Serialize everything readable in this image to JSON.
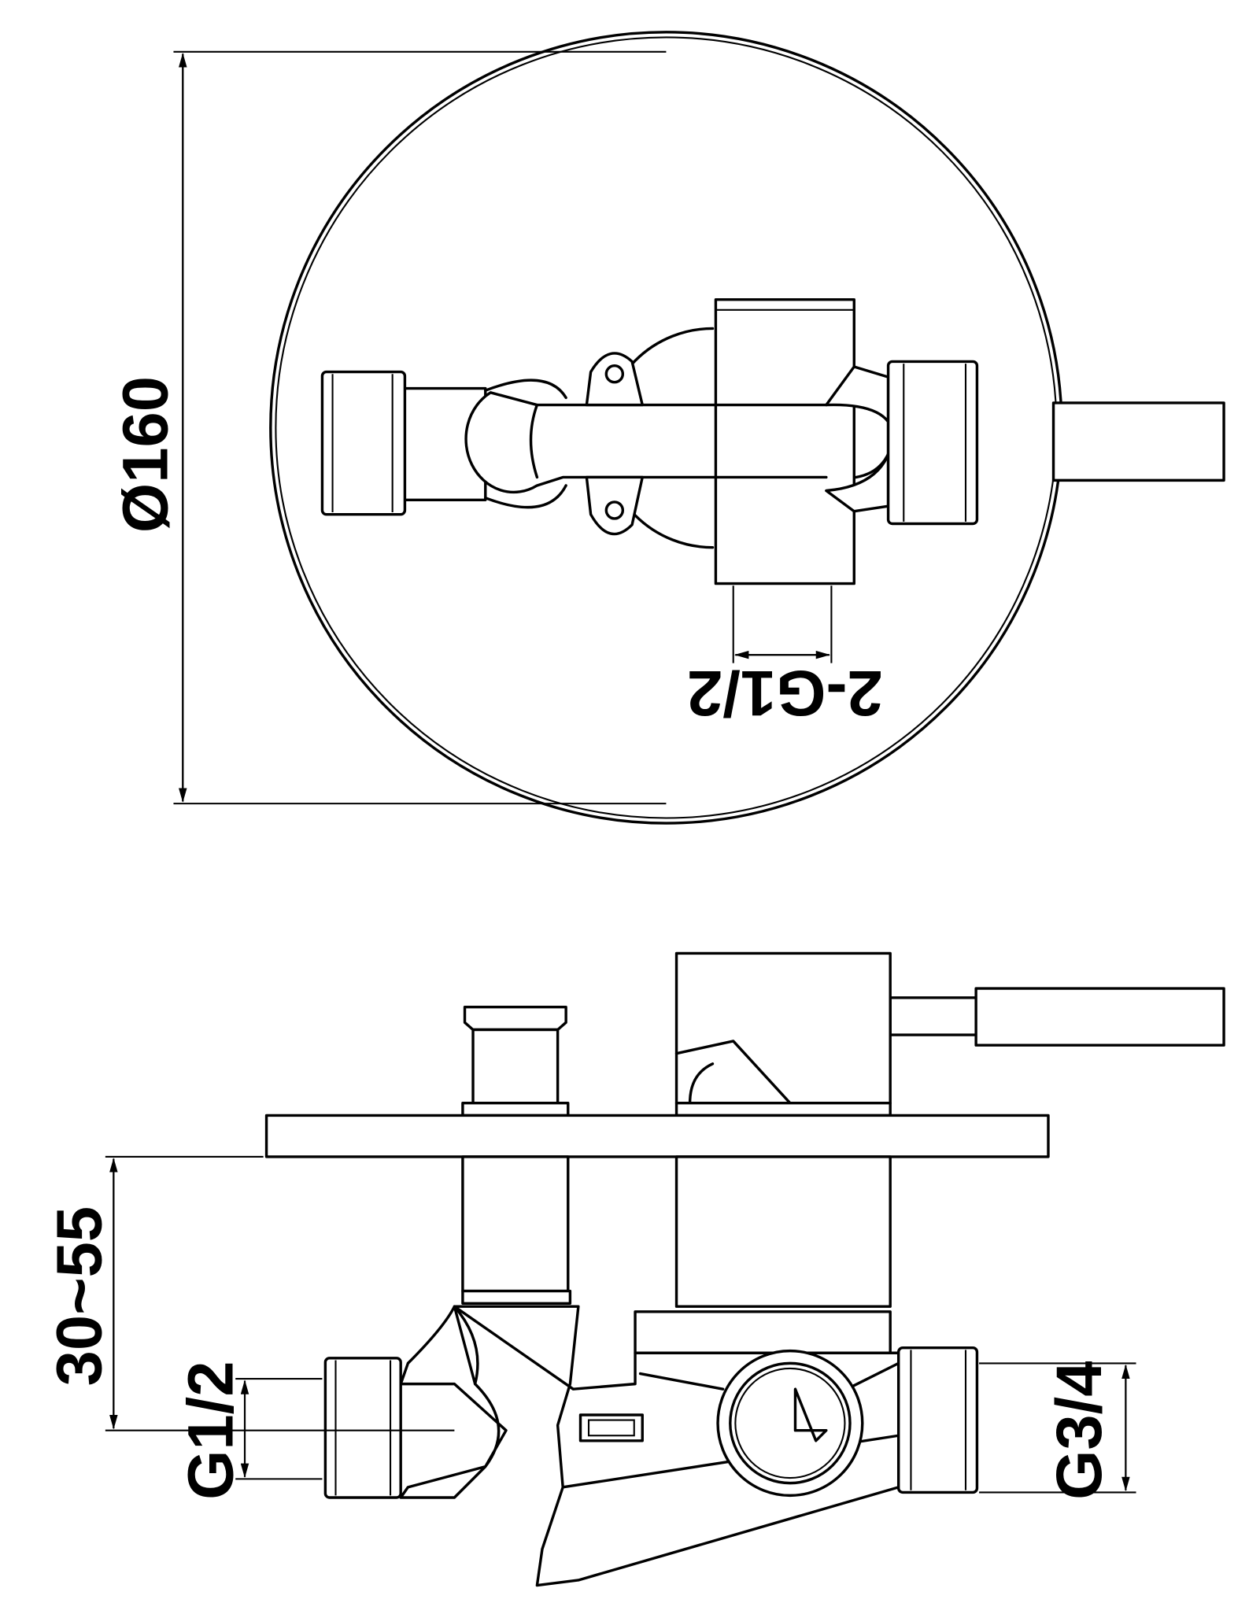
{
  "drawing": {
    "top_view": {
      "diameter_label": "Ø160",
      "outlet_label": "2-G1/2"
    },
    "side_view": {
      "depth_label": "30~55",
      "inlet_label": "G1/2",
      "outlet_label": "G3/4"
    },
    "line_color": "#000000",
    "background": "#ffffff"
  }
}
